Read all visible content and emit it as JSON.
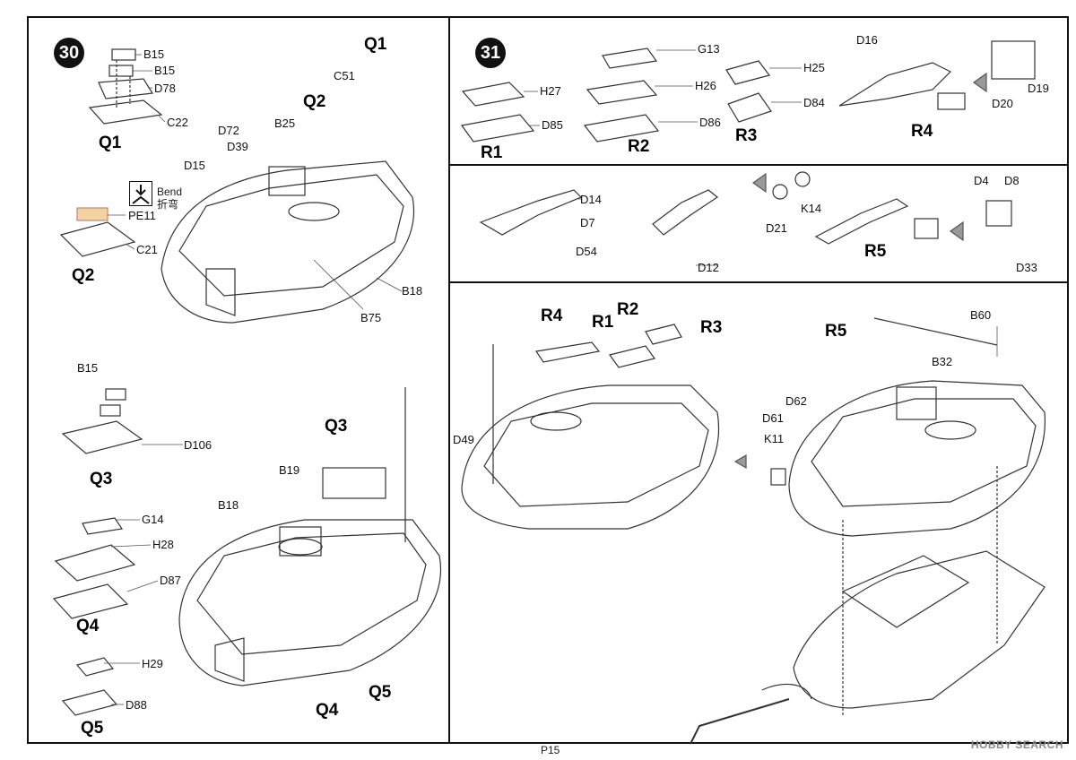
{
  "steps": {
    "left": "30",
    "right": "31"
  },
  "page_number": "P15",
  "watermark": "HOBBY SEARCH",
  "bend": {
    "en": "Bend",
    "zh": "折弯"
  },
  "labels": {
    "q1_b15a": "B15",
    "q1_b15b": "B15",
    "q1_d78": "D78",
    "q1_c22": "C22",
    "q1_name": "Q1",
    "q2_pe11": "PE11",
    "q2_c21": "C21",
    "q2_name": "Q2",
    "t30_c51": "C51",
    "t30_q1": "Q1",
    "t30_q2": "Q2",
    "t30_b25": "B25",
    "t30_d72": "D72",
    "t30_d39": "D39",
    "t30_d15": "D15",
    "t30_b18": "B18",
    "t30_b75": "B75",
    "q3_b15": "B15",
    "q3_d106": "D106",
    "q3_name": "Q3",
    "q4_g14": "G14",
    "q4_h28": "H28",
    "q4_d87": "D87",
    "q4_name": "Q4",
    "q5_h29": "H29",
    "q5_d88": "D88",
    "q5_name": "Q5",
    "t30b_q3": "Q3",
    "t30b_b19": "B19",
    "t30b_b18": "B18",
    "t30b_q4": "Q4",
    "t30b_q5": "Q5",
    "r1_h27": "H27",
    "r1_d85": "D85",
    "r1_name": "R1",
    "r2_g13": "G13",
    "r2_h26": "H26",
    "r2_d86": "D86",
    "r2_name": "R2",
    "r3_h25": "H25",
    "r3_d84": "D84",
    "r3_name": "R3",
    "r4_d16": "D16",
    "r4_d20": "D20",
    "r4_d19": "D19",
    "r4_name": "R4",
    "r5_d14": "D14",
    "r5_d7": "D7",
    "r5_d54": "D54",
    "r5_d12": "D12",
    "r5_d21": "D21",
    "r5_k14": "K14",
    "r5_name": "R5",
    "r5_d4": "D4",
    "r5_d8": "D8",
    "r5_d33": "D33",
    "as_r4": "R4",
    "as_r1": "R1",
    "as_r2": "R2",
    "as_r3": "R3",
    "as_d49": "D49",
    "as2_r5": "R5",
    "as2_b60": "B60",
    "as2_b32": "B32",
    "as2_d62": "D62",
    "as2_d61": "D61",
    "as2_k11": "K11"
  }
}
